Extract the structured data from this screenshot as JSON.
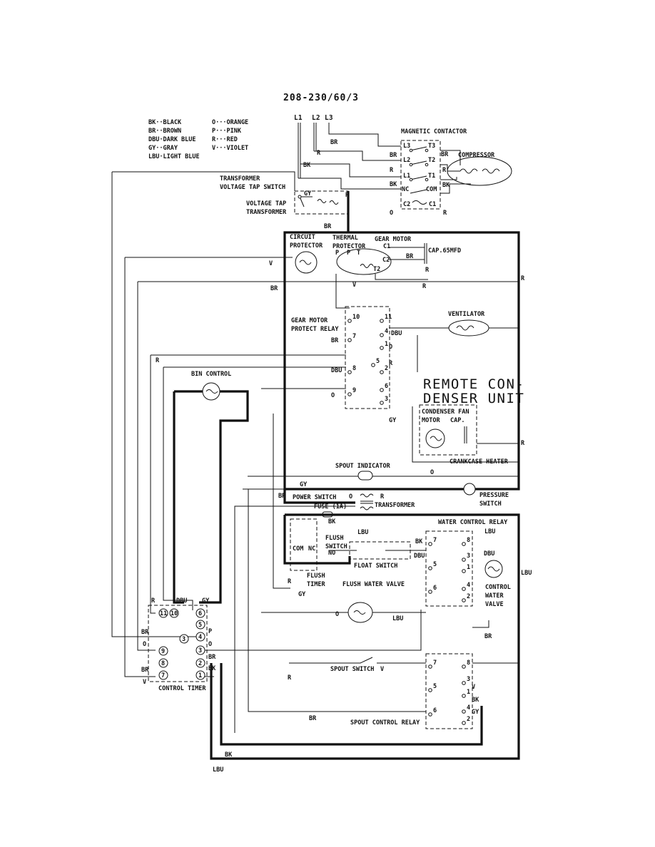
{
  "title": "208-230/60/3",
  "legend": [
    {
      "code": "BK",
      "text": "BK··BLACK"
    },
    {
      "code": "BR",
      "text": "BR··BROWN"
    },
    {
      "code": "DBU",
      "text": "DBU·DARK BLUE"
    },
    {
      "code": "GY",
      "text": "GY··GRAY"
    },
    {
      "code": "LBU",
      "text": "LBU·LIGHT BLUE"
    },
    {
      "code": "O",
      "text": "O···ORANGE"
    },
    {
      "code": "P",
      "text": "P···PINK"
    },
    {
      "code": "R",
      "text": "R···RED"
    },
    {
      "code": "V",
      "text": "V···VIOLET"
    }
  ],
  "lines": [
    "L1",
    "L2",
    "L3"
  ],
  "components": {
    "magnetic_contactor": "MAGNETIC CONTACTOR",
    "compressor": "COMPRESSOR",
    "transformer_tap_switch": [
      "TRANSFORMER",
      "VOLTAGE TAP SWITCH"
    ],
    "voltage_tap_transformer": [
      "VOLTAGE TAP",
      "TRANSFORMER"
    ],
    "circuit_protector": [
      "CIRCUIT",
      "PROTECTOR"
    ],
    "thermal_protector": [
      "THERMAL",
      "PROTECTOR"
    ],
    "gear_motor": "GEAR MOTOR",
    "cap_65": "CAP.65MFD",
    "gear_motor_protect_relay": [
      "GEAR MOTOR",
      "PROTECT RELAY"
    ],
    "ventilator": "VENTILATOR",
    "bin_control": "BIN CONTROL",
    "remote_condenser": [
      "REMOTE CON-",
      "DENSER UNIT"
    ],
    "condenser_fan": [
      "CONDENSER FAN",
      "MOTOR"
    ],
    "cap": "CAP.",
    "crankcase_heater": "CRANKCASE HEATER",
    "spout_indicator": "SPOUT INDICATOR",
    "power_switch": "POWER SWITCH",
    "fuse": "FUSE (1A)",
    "transformer": "TRANSFORMER",
    "pressure_switch": [
      "PRESSURE",
      "SWITCH"
    ],
    "water_control_relay": "WATER CONTROL RELAY",
    "flush_switch": [
      "FLUSH",
      "SWITCH"
    ],
    "flush_timer": [
      "FLUSH",
      "TIMER"
    ],
    "float_switch": "FLOAT SWITCH",
    "flush_water_valve": "FLUSH WATER VALVE",
    "control_water_valve": [
      "CONTROL",
      "WATER",
      "VALVE"
    ],
    "control_timer": "CONTROL TIMER",
    "spout_switch": "SPOUT SWITCH",
    "spout_control_relay": "SPOUT CONTROL RELAY"
  },
  "terminals": {
    "contactor": [
      "L3",
      "L2",
      "L1",
      "NC",
      "T3",
      "T2",
      "T1",
      "COM",
      "C2",
      "C1"
    ],
    "gear_motor": [
      "C1",
      "C2",
      "T2"
    ],
    "thermal": [
      "P",
      "P",
      "T"
    ],
    "gmpr": [
      "10",
      "11",
      "7",
      "4",
      "1",
      "5",
      "2",
      "8",
      "6",
      "9",
      "3"
    ],
    "wcr": [
      "7",
      "8",
      "5",
      "3",
      "1",
      "6",
      "4",
      "2"
    ],
    "timer": [
      "11",
      "10",
      "6",
      "5",
      "3",
      "4",
      "9",
      "3",
      "8",
      "2",
      "7",
      "1"
    ],
    "scr": [
      "7",
      "8",
      "5",
      "3",
      "1",
      "6",
      "4",
      "2"
    ],
    "flush": [
      "COM",
      "NC",
      "NO"
    ]
  },
  "wire_labels": {
    "br": "BR",
    "bk": "BK",
    "r": "R",
    "o": "O",
    "v": "V",
    "gy": "GY",
    "dbu": "DBU",
    "lbu": "LBU",
    "p": "P"
  }
}
